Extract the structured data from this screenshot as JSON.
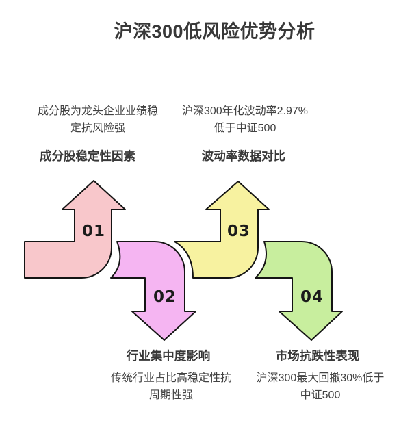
{
  "title": "沪深300低风险优势分析",
  "steps": [
    {
      "number": "01",
      "heading": "成分股稳定性因素",
      "description": "成分股为龙头企业业绩稳\n定抗风险强",
      "direction": "up",
      "arrow_color": "#F8C7CB"
    },
    {
      "number": "02",
      "heading": "行业集中度影响",
      "description": "传统行业占比高稳定性抗\n周期性强",
      "direction": "down",
      "arrow_color": "#F5B5F2"
    },
    {
      "number": "03",
      "heading": "波动率数据对比",
      "description": "沪深300年化波动率2.97%\n低于中证500",
      "direction": "up",
      "arrow_color": "#F7F2A0"
    },
    {
      "number": "04",
      "heading": "市场抗跌性表现",
      "description": "沪深300最大回撤30%低于\n中证500",
      "direction": "down",
      "arrow_color": "#C8EE9E"
    }
  ],
  "colors": {
    "outline": "#141414",
    "heading_text": "#383838",
    "body_text": "#424242",
    "background": "#FFFFFF"
  }
}
